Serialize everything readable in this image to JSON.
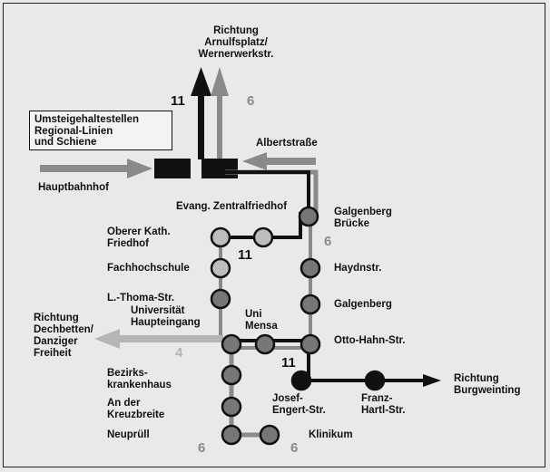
{
  "directions": {
    "north": "Richtung\nArnulfsplatz/\nWernerwerkstr.",
    "west": "Richtung\nDechbetten/\nDanziger\nFreiheit",
    "east": "Richtung\nBurgweinting"
  },
  "legend": "Umsteigehaltestellen\nRegional-Linien\nund Schiene",
  "hub_labels": {
    "hauptbahnhof": "Hauptbahnhof",
    "albertstrasse": "Albertstraße"
  },
  "stops": [
    {
      "id": "zentralfriedhof",
      "name": "Evang. Zentralfriedhof"
    },
    {
      "id": "galgenberg-bruecke",
      "name": "Galgenberg\nBrücke"
    },
    {
      "id": "oberer-kath-friedhof",
      "name": "Oberer Kath.\nFriedhof"
    },
    {
      "id": "fachhochschule",
      "name": "Fachhochschule"
    },
    {
      "id": "haydnstr",
      "name": "Haydnstr."
    },
    {
      "id": "l-thoma-str",
      "name": "L.-Thoma-Str."
    },
    {
      "id": "galgenberg",
      "name": "Galgenberg"
    },
    {
      "id": "universitaet",
      "name": "Universität\nHaupteingang"
    },
    {
      "id": "uni-mensa",
      "name": "Uni\nMensa"
    },
    {
      "id": "otto-hahn-str",
      "name": "Otto-Hahn-Str."
    },
    {
      "id": "bezirkskrankenhaus",
      "name": "Bezirks-\nkrankenhaus"
    },
    {
      "id": "an-der-kreuzbreite",
      "name": "An der\nKreuzbreite"
    },
    {
      "id": "neupruell",
      "name": "Neuprüll"
    },
    {
      "id": "klinikum",
      "name": "Klinikum"
    },
    {
      "id": "josef-engert-str",
      "name": "Josef-\nEngert-Str."
    },
    {
      "id": "franz-hartl-str",
      "name": "Franz-\nHartl-Str."
    }
  ],
  "line_numbers": {
    "top_11": "11",
    "top_6": "6",
    "mid_11": "11",
    "right_6": "6",
    "west_4": "4",
    "lower_11": "11",
    "bottom_6_left": "6",
    "bottom_6_right": "6"
  },
  "colors": {
    "line11": "#111111",
    "line6": "#8a8a8a",
    "line4": "#b5b5b5",
    "stop_fill_grey": "#777777",
    "stop_fill_light": "#bdbdbd",
    "stop_fill_black": "#111111",
    "hub": "#111111",
    "background": "#e9e9e9"
  }
}
